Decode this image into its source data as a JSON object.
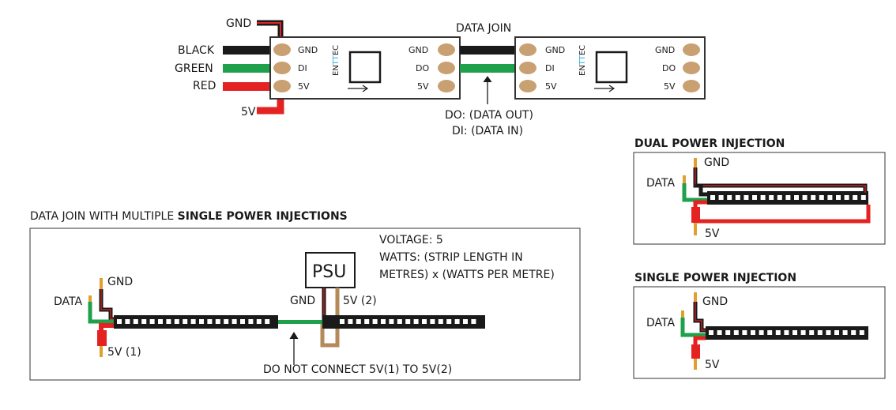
{
  "colors": {
    "black_wire": "#1a1a1a",
    "green_wire": "#1fa04a",
    "red_wire": "#e52222",
    "pad": "#c9a072",
    "pin": "#e0a030",
    "brown": "#b58a5a",
    "enttec_accent": "#2ab0e0"
  },
  "top": {
    "gnd_top": "GND",
    "wire_labels": [
      "BLACK",
      "GREEN",
      "RED"
    ],
    "five_v": "5V",
    "data_join": "DATA JOIN",
    "do_note": "DO: (DATA OUT)",
    "di_note": "DI: (DATA IN)",
    "strip1": {
      "brand": "ENTTEC",
      "left_pads": [
        "GND",
        "DI",
        "5V"
      ],
      "right_pads": [
        "GND",
        "DO",
        "5V"
      ]
    },
    "strip2": {
      "brand": "ENTTEC",
      "left_pads": [
        "GND",
        "DI",
        "5V"
      ],
      "right_pads": [
        "GND",
        "DO",
        "5V"
      ]
    }
  },
  "multi": {
    "title_prefix": "DATA JOIN WITH MULTIPLE ",
    "title_bold": "SINGLE POWER INJECTIONS",
    "voltage": "VOLTAGE: 5",
    "watts_1": "WATTS: (STRIP LENGTH IN",
    "watts_2": "METRES) x (WATTS PER METRE)",
    "psu": "PSU",
    "gnd": "GND",
    "five_v_2": "5V (2)",
    "data": "DATA",
    "gnd_left": "GND",
    "five_v_1": "5V (1)",
    "note": "DO NOT CONNECT 5V(1) TO 5V(2)"
  },
  "dual": {
    "title": "DUAL POWER INJECTION",
    "gnd": "GND",
    "data": "DATA",
    "five_v": "5V"
  },
  "single": {
    "title": "SINGLE POWER INJECTION",
    "gnd": "GND",
    "data": "DATA",
    "five_v": "5V"
  }
}
